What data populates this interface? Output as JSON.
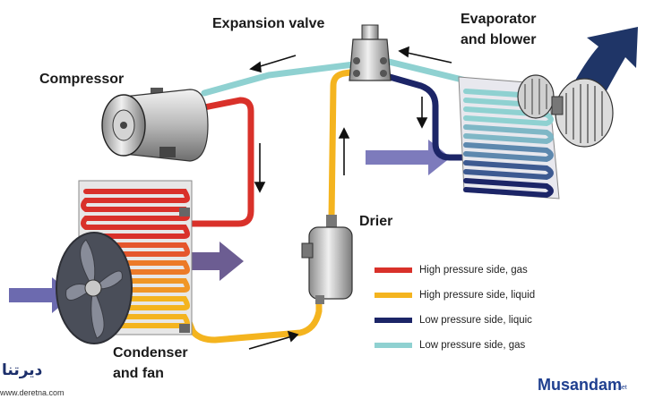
{
  "labels": {
    "expansion_valve": "Expansion valve",
    "evaporator": "Evaporator",
    "blower": "and blower",
    "compressor": "Compressor",
    "drier": "Drier",
    "condenser": "Condenser",
    "fan": "and fan"
  },
  "legend": [
    {
      "label": "High pressure side, gas",
      "color": "#d9312a"
    },
    {
      "label": "High pressure side, liquid",
      "color": "#f4b41f"
    },
    {
      "label": "Low pressure side, liquic",
      "color": "#1c2567"
    },
    {
      "label": "Low pressure side, gas",
      "color": "#8fd1d1"
    }
  ],
  "watermarks": {
    "left_logo": "دیرتنا",
    "left_url": "www.deretna.com",
    "right_logo": "Musandam",
    "right_suffix": ".net"
  },
  "colors": {
    "high_gas": "#d9312a",
    "high_liquid": "#f4b41f",
    "low_liquid": "#1c2567",
    "low_gas": "#8fd1d1",
    "airflow": "#5c5aa6",
    "blower_arrow": "#1f3567",
    "component_metal": "#c8c8c8"
  }
}
